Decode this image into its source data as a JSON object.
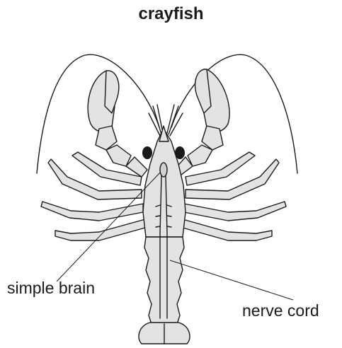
{
  "title": "crayfish",
  "labels": {
    "brain": "simple brain",
    "nerve_cord": "nerve cord"
  },
  "colors": {
    "body_fill": "#e3e3e3",
    "outline": "#1a1a1a",
    "eyes": "#1a1a1a"
  }
}
